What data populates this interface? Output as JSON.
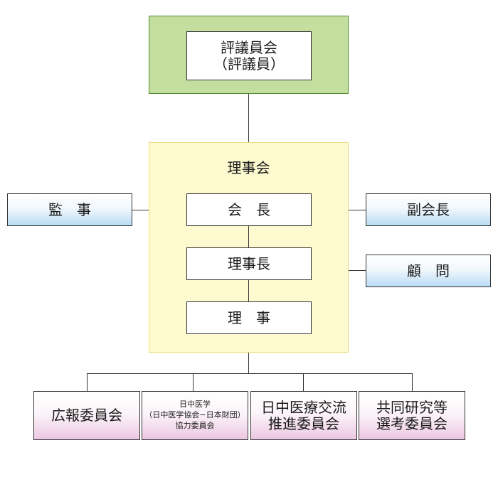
{
  "council": {
    "name": "評議員会",
    "sub": "（評議員）"
  },
  "board": {
    "label": "理事会",
    "president": "会　長",
    "chair": "理事長",
    "director": "理　事"
  },
  "auditor": "監　事",
  "vice_president": "副会長",
  "advisor": "顧　問",
  "committees": [
    {
      "lines": [
        "広報委員会"
      ]
    },
    {
      "lines": [
        "日中医学",
        "（日中医学協会−日本財団）",
        "協力委員会"
      ]
    },
    {
      "lines": [
        "日中医療交流",
        "推進委員会"
      ]
    },
    {
      "lines": [
        "共同研究等",
        "選考委員会"
      ]
    }
  ],
  "colors": {
    "council_fill": "#c4dea0",
    "board_fill": "#fdfad0",
    "side_box_gradient_end": "#b9dcf4",
    "committee_gradient_end": "#ecc7e2"
  }
}
